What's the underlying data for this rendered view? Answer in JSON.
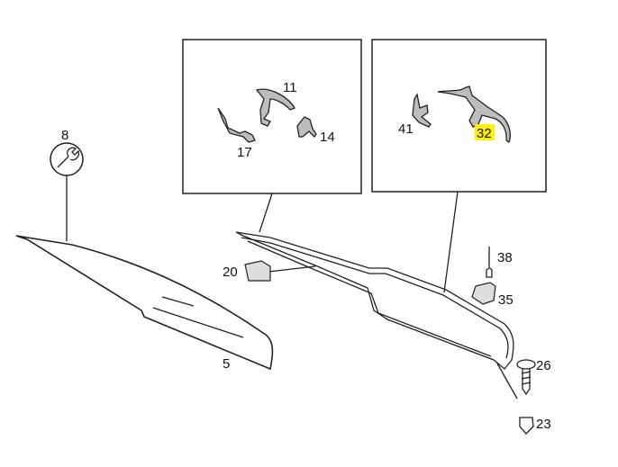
{
  "parts": {
    "p5": "5",
    "p8": "8",
    "p11": "11",
    "p14": "14",
    "p17": "17",
    "p20": "20",
    "p23": "23",
    "p26": "26",
    "p32": "32",
    "p35": "35",
    "p38": "38",
    "p41": "41"
  },
  "highlight": {
    "part": "32",
    "color": "#ffee00"
  },
  "icons": {
    "service": "wrench-icon"
  }
}
